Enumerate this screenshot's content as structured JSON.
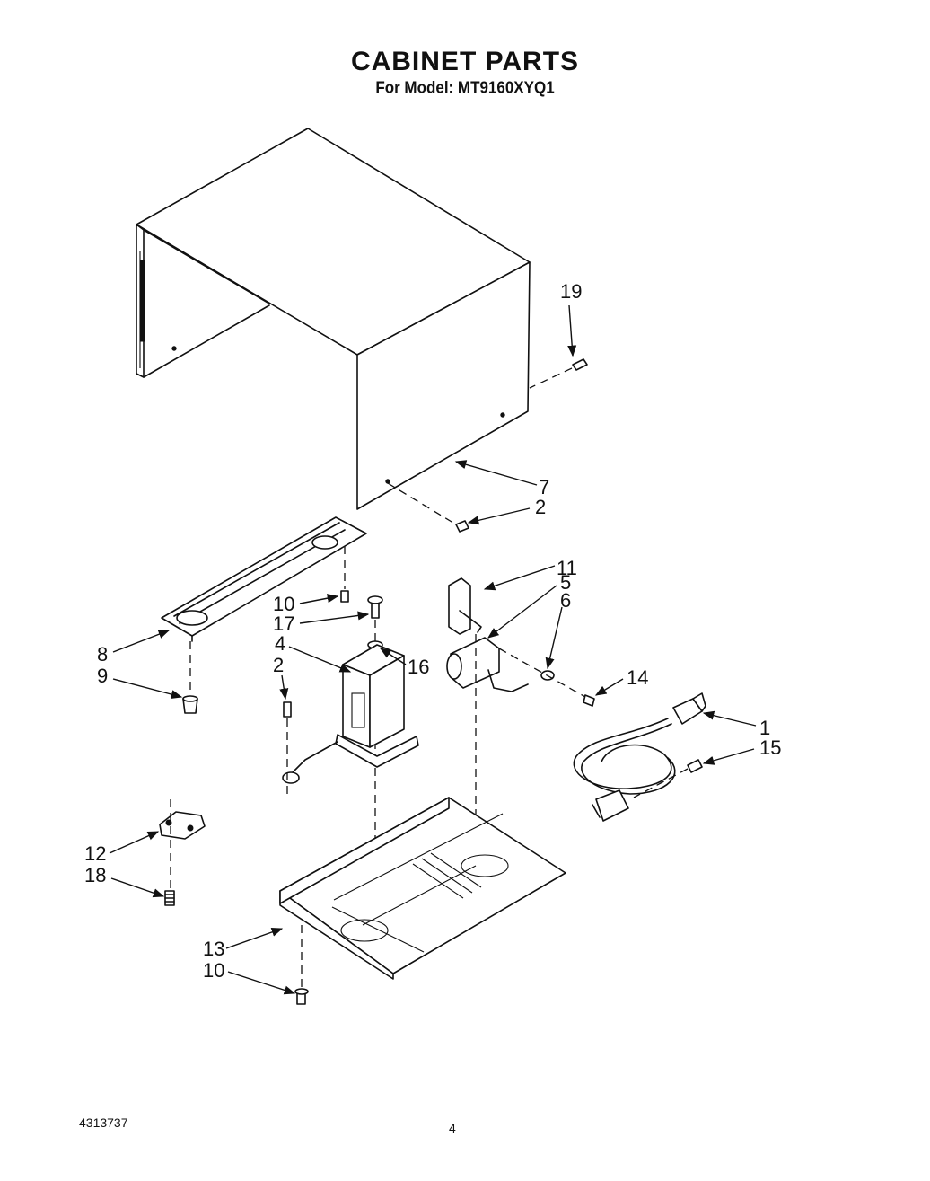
{
  "header": {
    "title": "CABINET PARTS",
    "subtitle": "For Model: MT9160XYQ1"
  },
  "footer": {
    "doc_number": "4313737",
    "page_number": "4"
  },
  "callouts": [
    {
      "id": "c19",
      "text": "19"
    },
    {
      "id": "c7",
      "text": "7"
    },
    {
      "id": "c2a",
      "text": "2"
    },
    {
      "id": "c11",
      "text": "11"
    },
    {
      "id": "c5",
      "text": "5"
    },
    {
      "id": "c6",
      "text": "6"
    },
    {
      "id": "c10a",
      "text": "10"
    },
    {
      "id": "c17",
      "text": "17"
    },
    {
      "id": "c4",
      "text": "4"
    },
    {
      "id": "c16",
      "text": "16"
    },
    {
      "id": "c2b",
      "text": "2"
    },
    {
      "id": "c8",
      "text": "8"
    },
    {
      "id": "c9",
      "text": "9"
    },
    {
      "id": "c14",
      "text": "14"
    },
    {
      "id": "c1",
      "text": "1"
    },
    {
      "id": "c15",
      "text": "15"
    },
    {
      "id": "c12",
      "text": "12"
    },
    {
      "id": "c18",
      "text": "18"
    },
    {
      "id": "c13",
      "text": "13"
    },
    {
      "id": "c10b",
      "text": "10"
    }
  ]
}
